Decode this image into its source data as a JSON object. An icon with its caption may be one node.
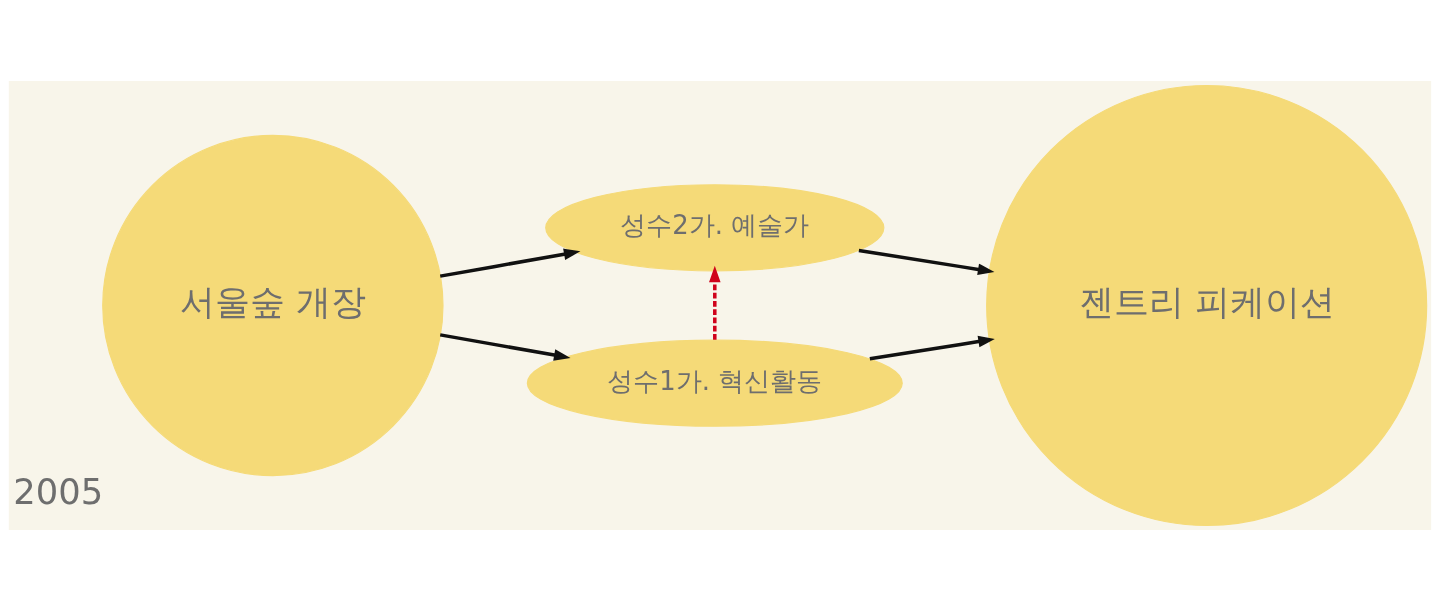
{
  "diagram": {
    "nodes": [
      {
        "text": [
          "서울숲 개장"
        ],
        "beside": [
          "2005"
        ]
      },
      {
        "text": [
          "성수2가. 예술가"
        ]
      },
      {
        "text": [
          "성수1가. 혁신활동"
        ]
      },
      {
        "text": [
          "젠트리 피케이션"
        ]
      }
    ],
    "edges": [
      {
        "from": 0,
        "to": 1,
        "arrow": "to"
      },
      {
        "from": 0,
        "to": 2,
        "arrow": "to"
      },
      {
        "from": 2,
        "to": 1,
        "arrow": "to",
        "style": "dashed",
        "color": "#d0021b"
      },
      {
        "from": 1,
        "to": 3,
        "arrow": "to"
      },
      {
        "from": 2,
        "to": 3,
        "arrow": "to"
      }
    ]
  }
}
